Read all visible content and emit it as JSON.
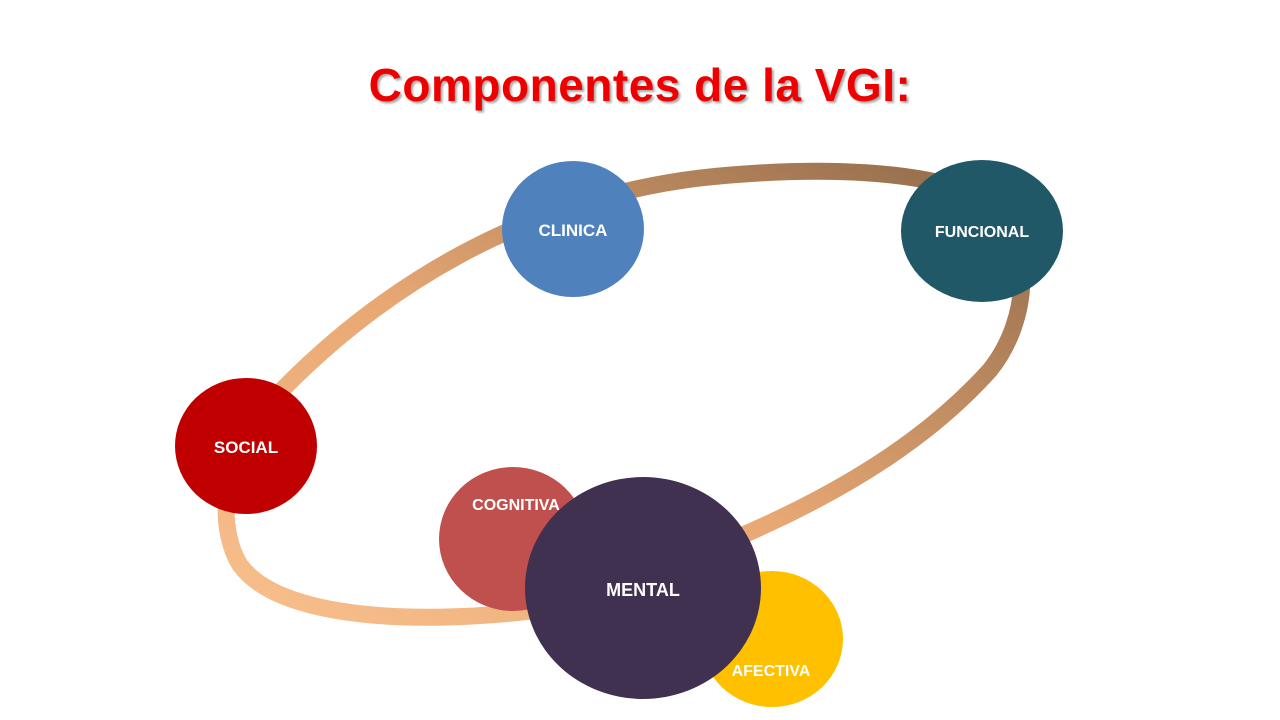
{
  "slide": {
    "title": "Componentes de la VGI:",
    "title_color": "#ee0000"
  },
  "ring": {
    "color_start": "#f8bf8c",
    "color_end": "#8f6a4a"
  },
  "nodes": {
    "clinica": {
      "label": "CLINICA",
      "color": "#4f81bd"
    },
    "funcional": {
      "label": "FUNCIONAL",
      "color": "#215868"
    },
    "social": {
      "label": "SOCIAL",
      "color": "#c00000"
    },
    "cognitiva": {
      "label": "COGNITIVA",
      "color": "#c0504d"
    },
    "afectiva": {
      "label": "AFECTIVA",
      "color": "#ffc000"
    },
    "mental": {
      "label": "MENTAL",
      "color": "#403151"
    }
  }
}
